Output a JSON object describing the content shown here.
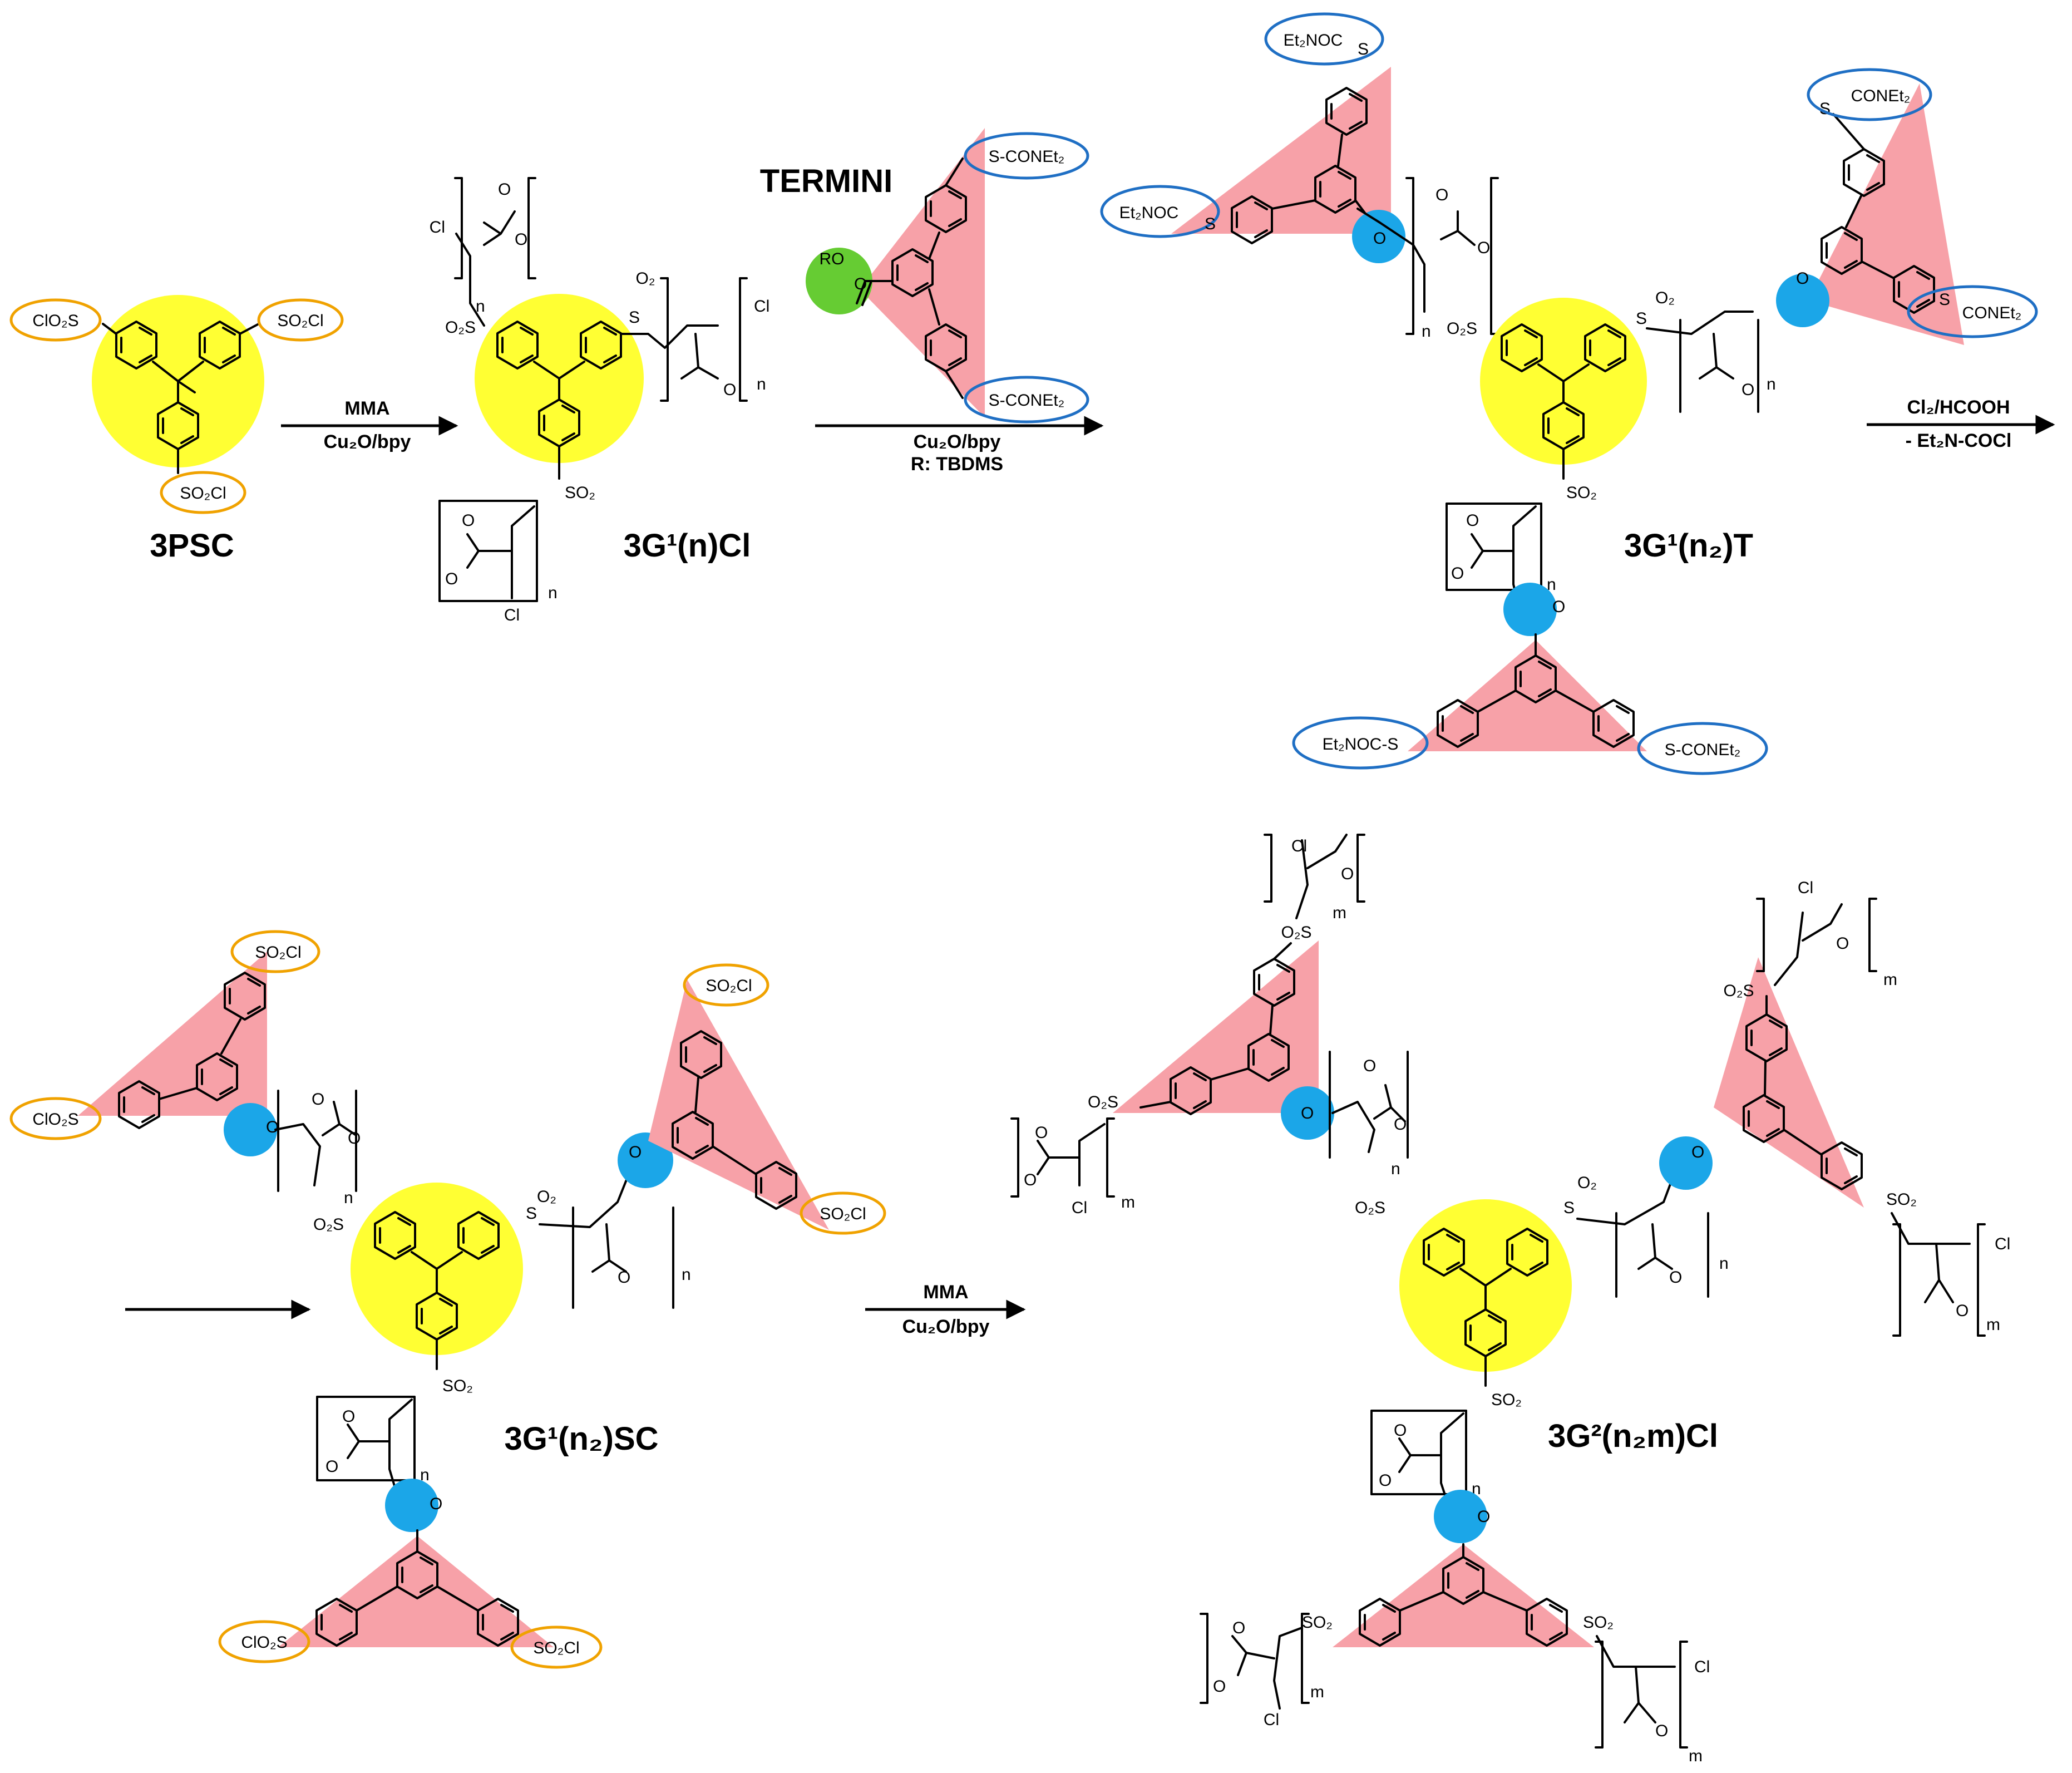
{
  "compounds": {
    "c3psc": "3PSC",
    "c3g1ncl": "3G¹(n)Cl",
    "c3g1n2t": "3G¹(n₂)T",
    "c3g1n2sc": "3G¹(n₂)SC",
    "c3g2n2mcl": "3G²(n₂m)Cl",
    "termini": "TERMINI"
  },
  "conditions": {
    "a1_top": "MMA",
    "a1_bottom": "Cu₂O/bpy",
    "a2_bottom": "Cu₂O/bpy",
    "a2_r": "R: TBDMS",
    "a3_top": "Cl₂/HCOOH",
    "a3_bottom": "- Et₂N-COCl",
    "a4_top": "MMA",
    "a4_bottom": "Cu₂O/bpy"
  },
  "groups": {
    "so2cl": "SO₂Cl",
    "clo2s": "ClO₂S",
    "so2": "SO₂",
    "o2s": "O₂S",
    "o2": "O₂",
    "cl": "Cl",
    "n": "n",
    "m": "m",
    "o": "O",
    "ro": "RO",
    "s": "S",
    "sconet2": "S-CONEt₂",
    "conet2": "CONEt₂",
    "et2noc": "Et₂NOC",
    "et2nocs": "Et₂NOC-S"
  },
  "colors": {
    "core": "#ffff33",
    "branch": "#f7a1a8",
    "linker": "#1ba6e8",
    "termini_head": "#66cc33",
    "sulfonyl_ring": "#f0a200",
    "thiocarbamate_ring": "#1f6fc4"
  }
}
